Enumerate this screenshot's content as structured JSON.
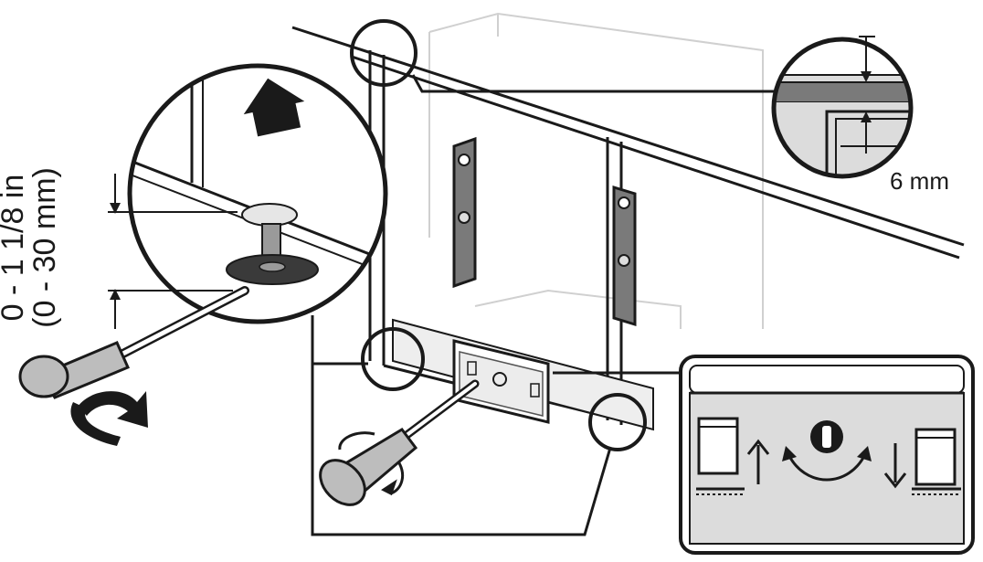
{
  "labels": {
    "gap": "6 mm",
    "adjust_range_in": "0 - 1 1/8 in",
    "adjust_range_mm": "(0 - 30 mm)"
  },
  "colors": {
    "line": "#1a1a1a",
    "panel_grey": "#dcdcdc",
    "plate_grey": "#7a7a7a",
    "faint_cabinet": "#d0d0d0"
  }
}
